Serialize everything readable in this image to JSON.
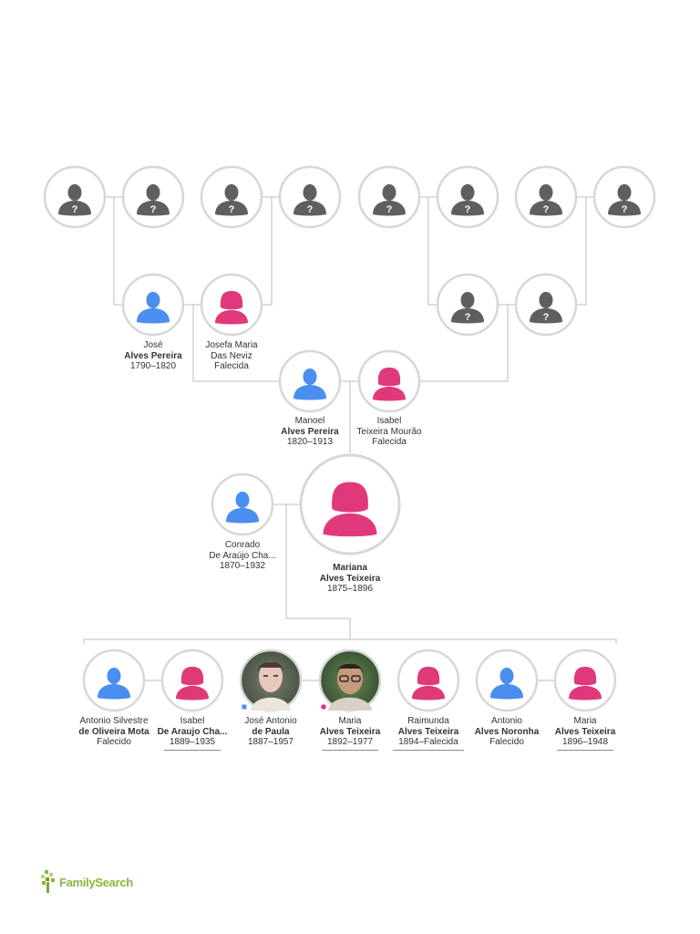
{
  "colors": {
    "male": "#4a8ef0",
    "female": "#e0397a",
    "unknown": "#5f5f5f",
    "ring": "#d7d7d7",
    "connector": "#bdbdbd",
    "brand": "#8cb63c"
  },
  "people": {
    "jose_pereira": {
      "given": "José",
      "surname": "Alves Pereira",
      "dates": "1790–1820"
    },
    "josefa": {
      "given": "Josefa Maria",
      "surname": "Das Neviz",
      "dates": "Falecida"
    },
    "manoel": {
      "given": "Manoel",
      "surname": "Alves Pereira",
      "dates": "1820–1913"
    },
    "isabel_mourao": {
      "given": "Isabel",
      "surname": "Teixeira Mourão",
      "dates": "Falecida"
    },
    "conrado": {
      "given": "Conrado",
      "surname": "De Araújo Cha...",
      "dates": "1870–1932"
    },
    "mariana": {
      "given": "Mariana",
      "surname": "Alves Teixeira",
      "dates": "1875–1896"
    }
  },
  "children": [
    {
      "given": "Antonio Silvestre",
      "surname": "de Oliveira Mota",
      "dates": "Falecido",
      "gender": "male",
      "underline": false
    },
    {
      "given": "Isabel",
      "surname": "De Araujo Cha...",
      "dates": "1889–1935",
      "gender": "female",
      "underline": true
    },
    {
      "given": "José Antonio",
      "surname": "de Paula",
      "dates": "1887–1957",
      "gender": "male",
      "underline": false,
      "photo": true
    },
    {
      "given": "Maria",
      "surname": "Alves Teixeira",
      "dates": "1892–1977",
      "gender": "female",
      "underline": true,
      "photo": true
    },
    {
      "given": "Raimunda",
      "surname": "Alves Teixeira",
      "dates": "1894–Falecida",
      "gender": "female",
      "underline": true
    },
    {
      "given": "Antonio",
      "surname": "Alves Noronha",
      "dates": "Falecido",
      "gender": "male",
      "underline": false
    },
    {
      "given": "Maria",
      "surname": "Alves Teixeira",
      "dates": "1896–1948",
      "gender": "female",
      "underline": true
    }
  ],
  "unknown_mark": "?",
  "brand": {
    "name": "FamilySearch",
    "icon": "tree-logo-icon"
  }
}
